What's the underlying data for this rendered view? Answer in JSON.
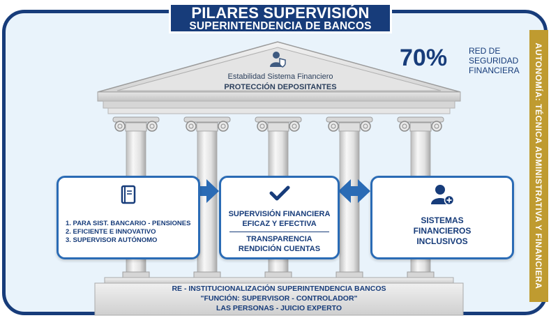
{
  "header": {
    "title": "PILARES SUPERVISIÓN",
    "subtitle": "SUPERINTENDENCIA DE BANCOS"
  },
  "stat": {
    "value": "70%",
    "label_lines": [
      "RED DE",
      "SEGURIDAD",
      "FINANCIERA"
    ]
  },
  "side_banner": "AUTONOMÍA: TÉCNICA ADMINISTRATIVA Y FINANCIERA",
  "pediment": {
    "line1": "Estabilidad Sistema Financiero",
    "line2": "PROTECCIÓN DEPOSITANTES",
    "icon": "user-shield-icon"
  },
  "cards": {
    "left": {
      "icon": "book-icon",
      "items": [
        "1. PARA SIST. BANCARIO - PENSIONES",
        "2. EFICIENTE E INNOVATIVO",
        "3. SUPERVISOR AUTÓNOMO"
      ]
    },
    "center": {
      "icon": "checkmark-icon",
      "top_lines": [
        "SUPERVISIÓN FINANCIERA",
        "EFICAZ Y EFECTIVA"
      ],
      "bottom_lines": [
        "TRANSPARENCIA",
        "RENDICIÓN CUENTAS"
      ]
    },
    "right": {
      "icon": "add-user-icon",
      "lines": [
        "SISTEMAS",
        "FINANCIEROS",
        "INCLUSIVOS"
      ]
    }
  },
  "base": {
    "lines": [
      "RE - INSTITUCIONALIZACIÓN SUPERINTENDENCIA BANCOS",
      "\"FUNCIÓN: SUPERVISOR - CONTROLADOR\"",
      "LAS PERSONAS - JUICIO EXPERTO"
    ]
  },
  "colors": {
    "navy": "#173c7a",
    "blue": "#2a6bb5",
    "gold": "#bf9b30",
    "background": "#e9f3fb",
    "stone": "#dcdcdc"
  }
}
